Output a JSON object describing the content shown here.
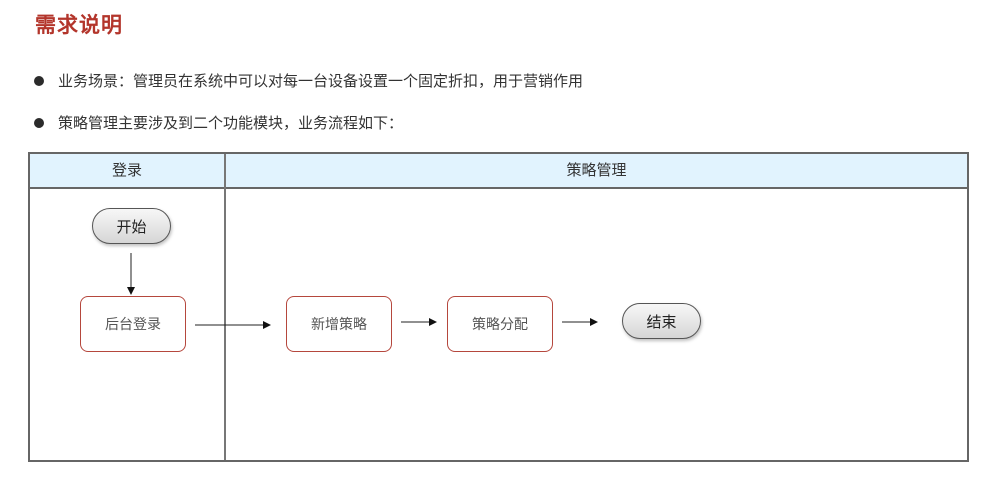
{
  "title": "需求说明",
  "bullets": [
    "业务场景：管理员在系统中可以对每一台设备设置一个固定折扣，用于营销作用",
    "策略管理主要涉及到二个功能模块，业务流程如下："
  ],
  "swimlane": {
    "lanes": [
      "登录",
      "策略管理"
    ],
    "nodes": {
      "start": "开始",
      "login": "后台登录",
      "add_strategy": "新增策略",
      "assign_strategy": "策略分配",
      "end": "结束"
    }
  },
  "colors": {
    "title": "#b3352b",
    "header_bg": "#e1f3fe",
    "box_border": "#b5473d",
    "table_border": "#666666"
  }
}
